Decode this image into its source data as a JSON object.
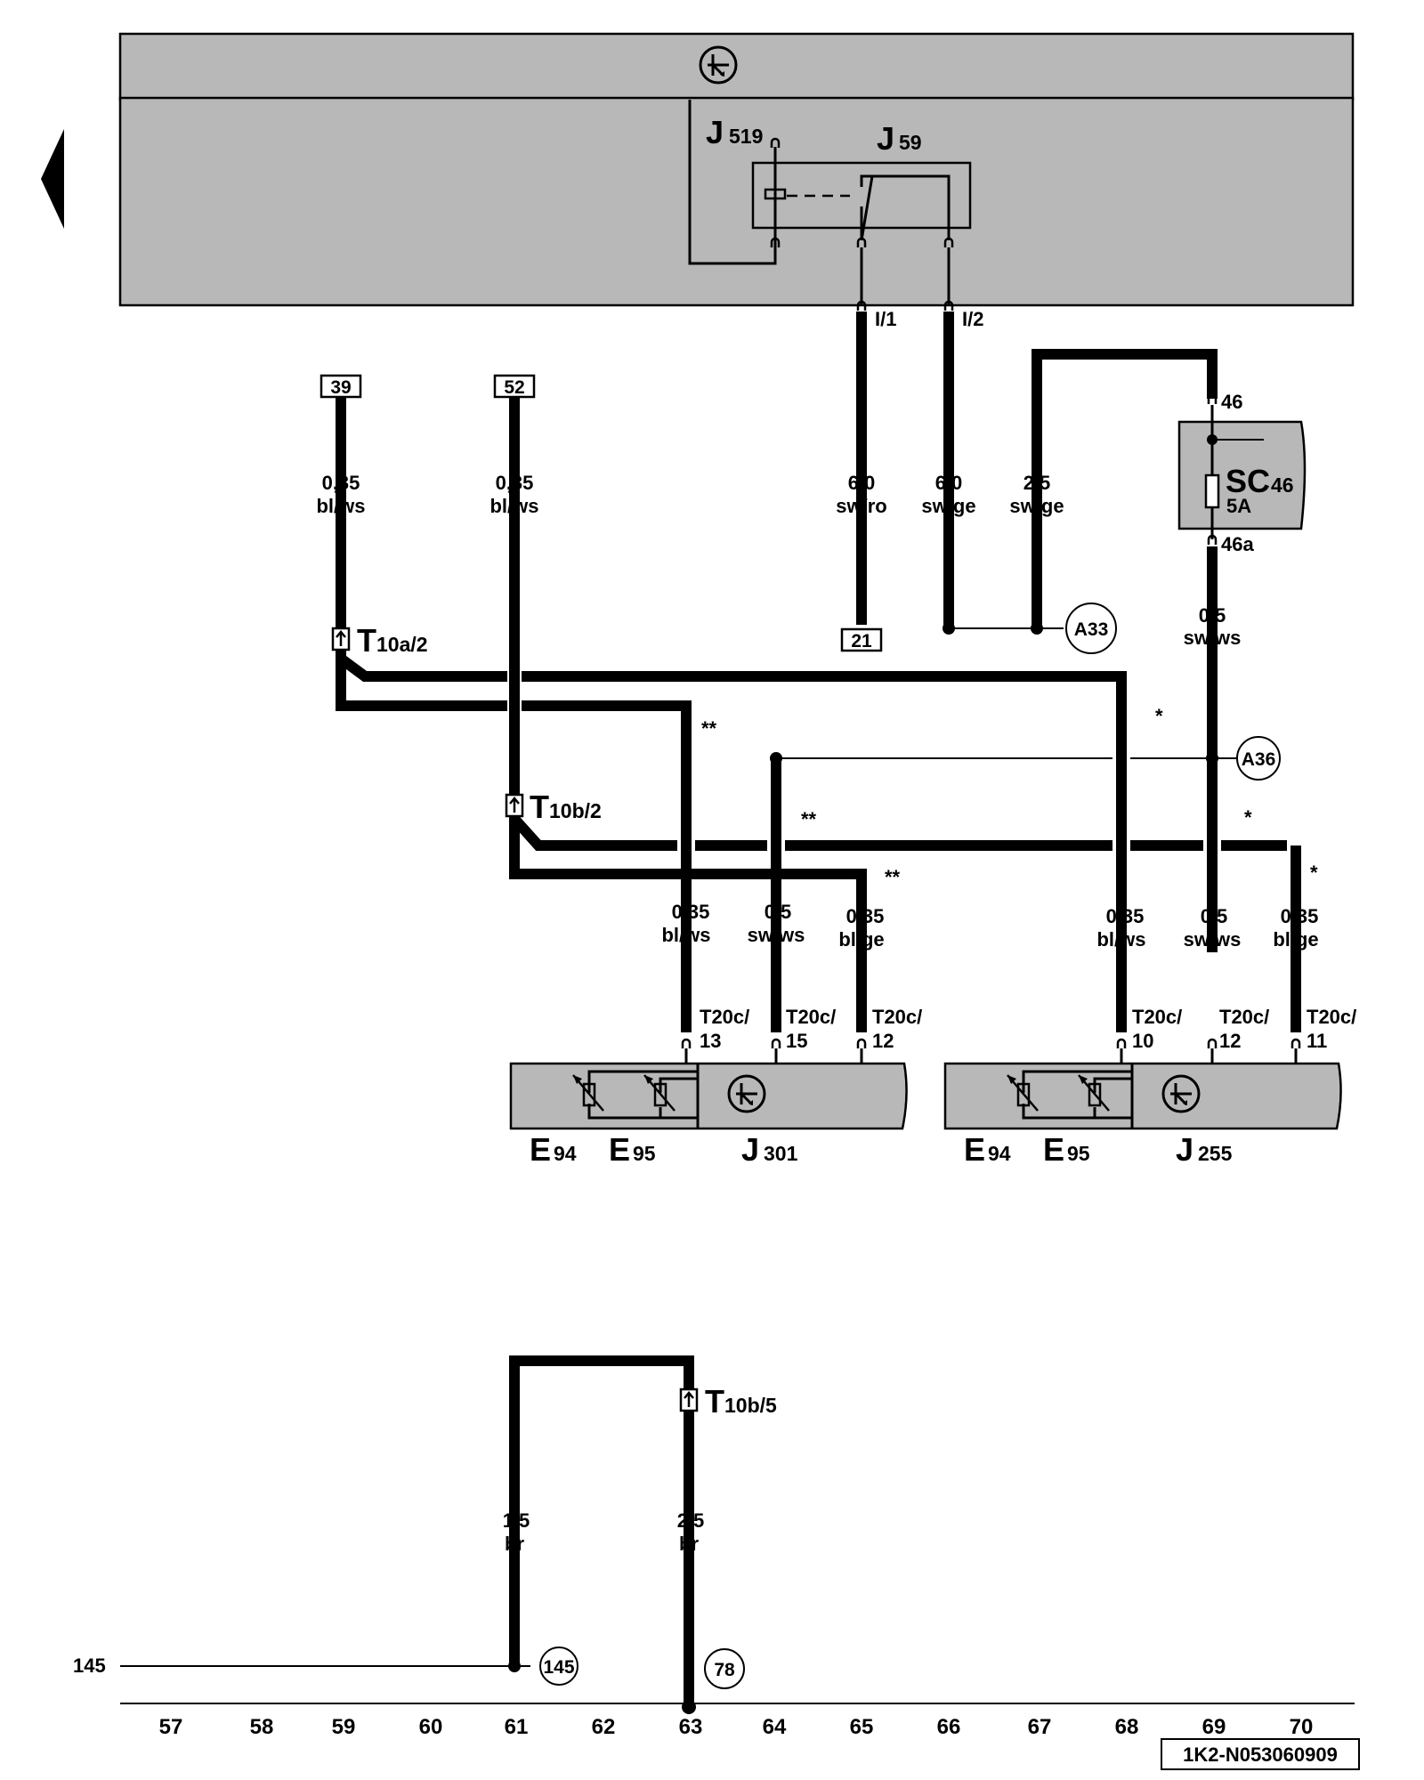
{
  "components": {
    "j519": "J",
    "j519_sub": "519",
    "j59": "J",
    "j59_sub": "59",
    "sc": "SC",
    "sc_sub": "46",
    "fuse_rating": "5A",
    "e94_a": "E",
    "e94_a_sub": "94",
    "e95_a": "E",
    "e95_a_sub": "95",
    "j301": "J",
    "j301_sub": "301",
    "e94_b": "E",
    "e94_b_sub": "94",
    "e95_b": "E",
    "e95_b_sub": "95",
    "j255": "J",
    "j255_sub": "255"
  },
  "terminals": {
    "i1": "I/1",
    "i2": "I/2",
    "t46": "46",
    "t46a": "46a"
  },
  "refs": {
    "r39": "39",
    "r52": "52",
    "r21": "21",
    "a33": "A33",
    "a36": "A36",
    "c145": "145",
    "c78": "78",
    "left145": "145"
  },
  "connectors": {
    "t10a2": "T",
    "t10a2_sub": "10a/2",
    "t10b2": "T",
    "t10b2_sub": "10b/2",
    "t10b5": "T",
    "t10b5_sub": "10b/5",
    "p13_a": "T20c/",
    "p13_b": "13",
    "p15_a": "T20c/",
    "p15_b": "15",
    "p12l_a": "T20c/",
    "p12l_b": "12",
    "p10_a": "T20c/",
    "p10_b": "10",
    "p12r_a": "T20c/",
    "p12r_b": "12",
    "p11_a": "T20c/",
    "p11_b": "11"
  },
  "wires": {
    "w39_size": "0,35",
    "w39_color": "bl/ws",
    "w52_size": "0,35",
    "w52_color": "bl/ws",
    "wi1_size": "6,0",
    "wi1_color": "sw/ro",
    "wi2_size": "6,0",
    "wi2_color": "sw/ge",
    "w25_size": "2,5",
    "w25_color": "sw/ge",
    "wsc_size": "0,5",
    "wsc_color": "sw/ws",
    "w13_size": "0,35",
    "w13_color": "bl/ws",
    "w15_size": "0,5",
    "w15_color": "sw/ws",
    "w12l_size": "0,35",
    "w12l_color": "bl/ge",
    "w10_size": "0,35",
    "w10_color": "bl/ws",
    "w12r_size": "0,5",
    "w12r_color": "sw/ws",
    "w11_size": "0,35",
    "w11_color": "bl/ge",
    "w61_size": "1,5",
    "w61_color": "br",
    "w63_size": "2,5",
    "w63_color": "br"
  },
  "marks": {
    "m1": "**",
    "m2": "**",
    "m3": "**",
    "s1": "*",
    "s2": "*",
    "s3": "*"
  },
  "axis": [
    "57",
    "58",
    "59",
    "60",
    "61",
    "62",
    "63",
    "64",
    "65",
    "66",
    "67",
    "68",
    "69",
    "70"
  ],
  "doc_id": "1K2-N053060909",
  "colors": {
    "panel": "#b8b8b8",
    "line": "#000000"
  }
}
